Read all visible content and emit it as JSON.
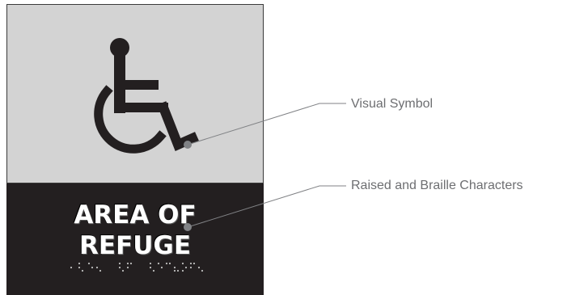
{
  "sign": {
    "line1": "AREA OF",
    "line2": "REFUGE",
    "colors": {
      "top_panel": "#d3d3d3",
      "bottom_panel": "#231f20",
      "symbol": "#231f20",
      "text": "#ffffff"
    },
    "symbol_icon": "wheelchair-accessibility-icon"
  },
  "callouts": [
    {
      "label": "Visual Symbol"
    },
    {
      "label": "Raised and Braille Characters"
    }
  ],
  "leader_color": "#808285"
}
